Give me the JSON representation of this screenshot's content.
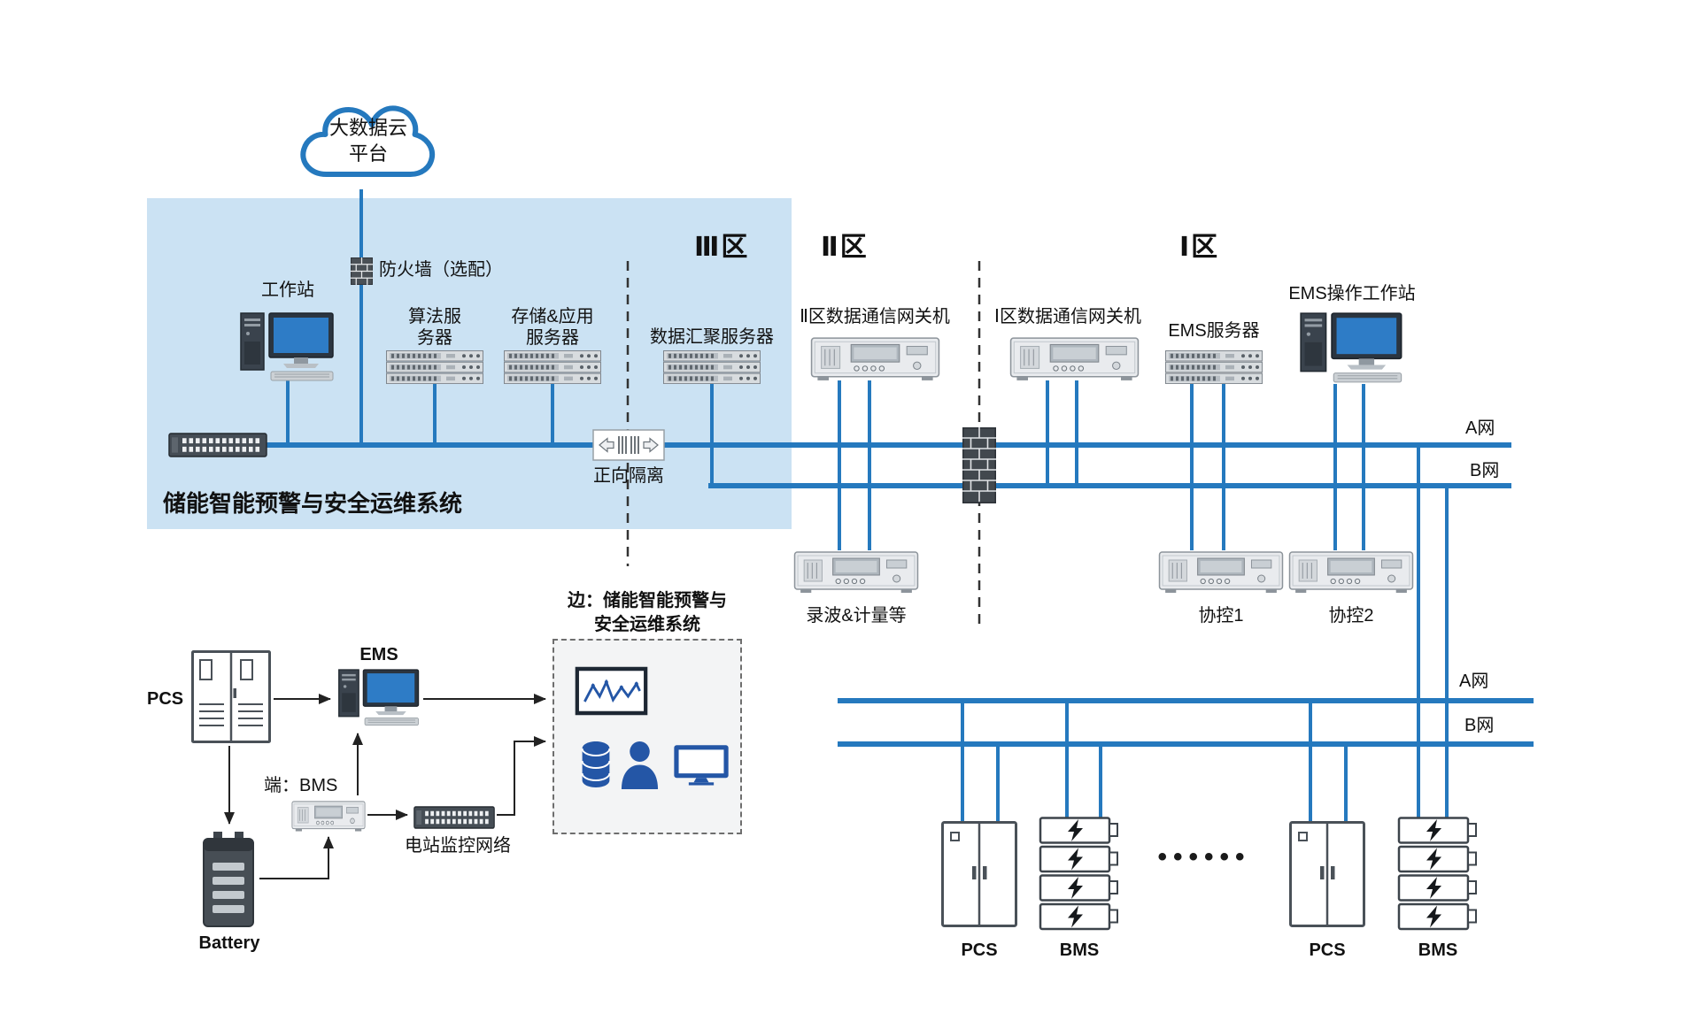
{
  "colors": {
    "network_line": "#2579be",
    "zone_region": "#cbe2f3",
    "edge_icon_blue": "#2456a6",
    "screen_blue": "#2e7cc6"
  },
  "cloud": {
    "line1": "大数据云",
    "line2": "平台"
  },
  "zones": {
    "zone3": "Ⅲ区",
    "zone2": "Ⅱ区",
    "zone1": "Ⅰ区"
  },
  "platform": {
    "workstation": "工作站",
    "firewall": "防火墙（选配）",
    "algo_server_line1": "算法服",
    "algo_server_line2": "务器",
    "storage_server_line1": "存储&应用",
    "storage_server_line2": "服务器",
    "aggregation_server": "数据汇聚服务器",
    "isolation": "正向隔离",
    "title": "储能智能预警与安全运维系统"
  },
  "zone2_devices": {
    "gateway": "Ⅱ区数据通信网关机",
    "recorder": "录波&计量等"
  },
  "zone1_devices": {
    "gateway": "Ⅰ区数据通信网关机",
    "ems_server": "EMS服务器",
    "ems_workstation": "EMS操作工作站",
    "ctrl1": "协控1",
    "ctrl2": "协控2"
  },
  "networks": {
    "a": "A网",
    "b": "B网"
  },
  "station": {
    "pcs": "PCS",
    "ems": "EMS",
    "bms": "端：BMS",
    "battery": "Battery",
    "network": "电站监控网络",
    "edge_title_line1": "边：储能智能预警与",
    "edge_title_line2": "安全运维系统"
  },
  "field": {
    "pcs1": "PCS",
    "bms1": "BMS",
    "ellipsis": "••••••",
    "pcs2": "PCS",
    "bms2": "BMS"
  }
}
